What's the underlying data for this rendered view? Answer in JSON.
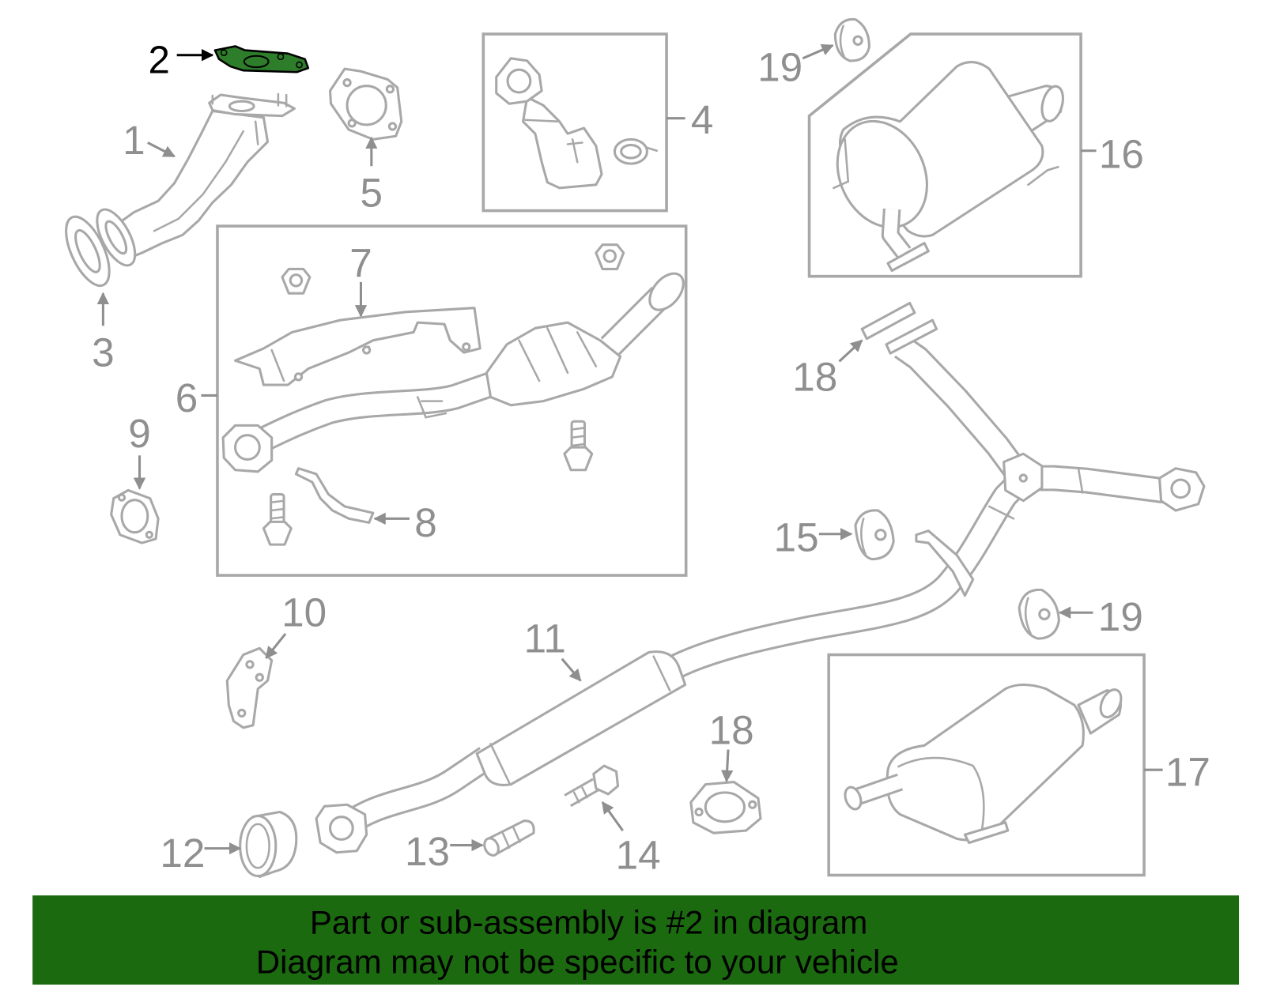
{
  "callouts": [
    "2",
    "1",
    "3",
    "5",
    "4",
    "19",
    "16",
    "7",
    "6",
    "9",
    "8",
    "18",
    "15",
    "10",
    "11",
    "19",
    "18",
    "17",
    "12",
    "13",
    "14"
  ],
  "banner": {
    "line1": "Part or sub-assembly is #2 in diagram",
    "line2": "Diagram may not be specific to your vehicle"
  },
  "colors": {
    "banner": "#1b6a10",
    "highlight": "#2e7d2a",
    "stroke": "#a8a8a8",
    "label": "#8f8f8f"
  }
}
